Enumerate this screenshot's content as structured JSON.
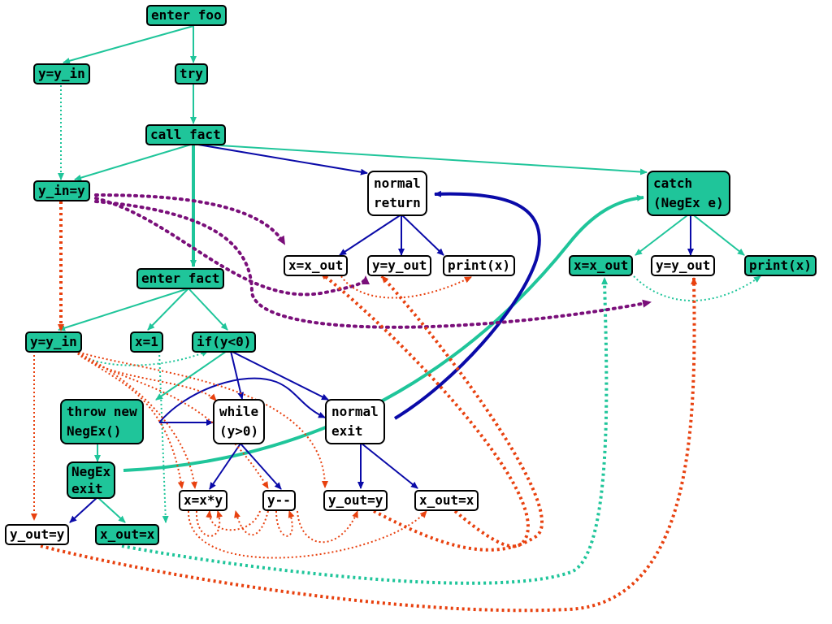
{
  "colors": {
    "node_green": "#1fc59a",
    "node_white": "#ffffff",
    "edge_teal": "#1fc59a",
    "edge_blue": "#0a0aa8",
    "edge_red": "#e8410f",
    "edge_purple": "#7a0f7a"
  },
  "nodes": {
    "enter_foo": "enter foo",
    "y_eq_y_in_top": "y=y_in",
    "try": "try",
    "call_fact": "call fact",
    "y_in_eq_y": "y_in=y",
    "normal_return": "normal\nreturn",
    "catch": "catch\n(NegEx e)",
    "x_eq_x_out_normal": "x=x_out",
    "y_eq_y_out_normal": "y=y_out",
    "print_x_normal": "print(x)",
    "x_eq_x_out_catch": "x=x_out",
    "y_eq_y_out_catch": "y=y_out",
    "print_x_catch": "print(x)",
    "enter_fact": "enter fact",
    "y_eq_y_in_fact": "y=y_in",
    "x_eq_1": "x=1",
    "if_y_lt_0": "if(y<0)",
    "throw_new": "throw new\nNegEx()",
    "while": "while\n(y>0)",
    "normal_exit": "normal\nexit",
    "negex_exit": "NegEx\nexit",
    "x_eq_x_mul_y": "x=x*y",
    "y_dec": "y--",
    "y_out_eq_y_mid": "y_out=y",
    "x_out_eq_x_mid": "x_out=x",
    "y_out_eq_y_left": "y_out=y",
    "x_out_eq_x_left": "x_out=x"
  }
}
